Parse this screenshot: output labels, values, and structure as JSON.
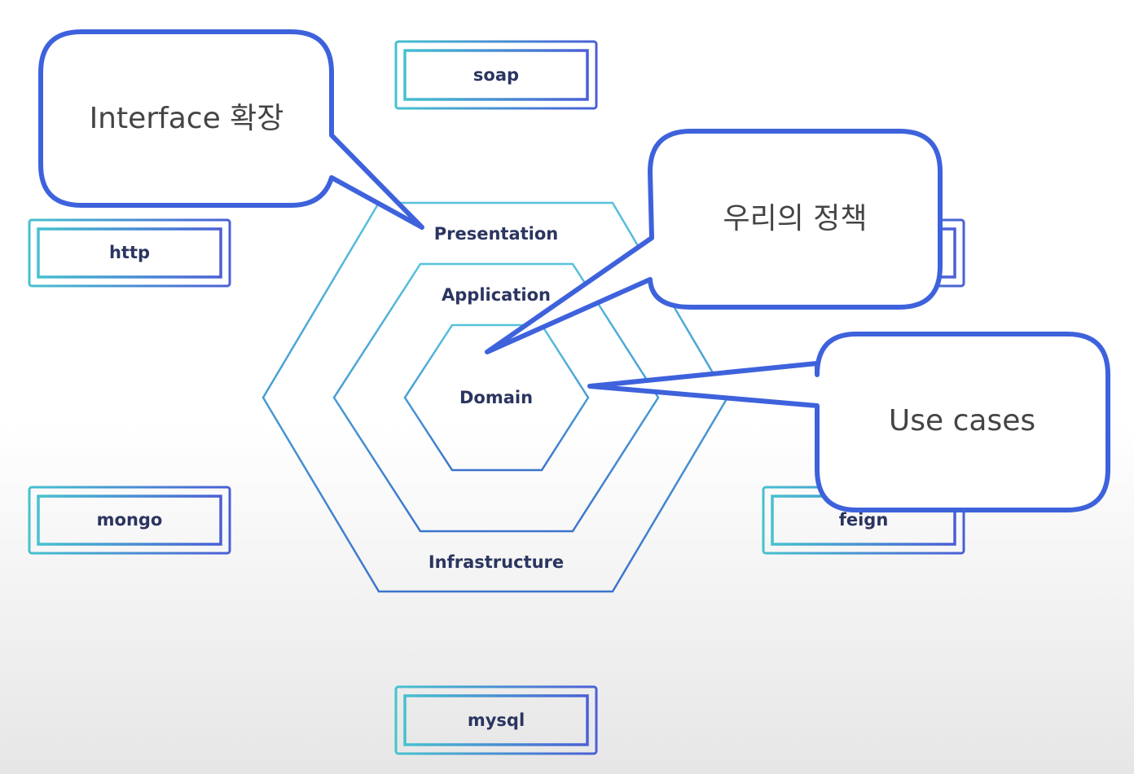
{
  "diagram": {
    "adapters": {
      "soap": "soap",
      "http": "http",
      "mongo": "mongo",
      "feign": "feign",
      "mysql": "mysql"
    },
    "layers": {
      "presentation": "Presentation",
      "application": "Application",
      "domain": "Domain",
      "infrastructure": "Infrastructure"
    },
    "callouts": {
      "interface": "Interface 확장",
      "policy": "우리의 정책",
      "use_cases": "Use cases"
    }
  },
  "colors": {
    "hex_outer": "#4fb7d6",
    "hex_inner": "#3d86cf",
    "box_gradient_start": "#46c1cf",
    "box_gradient_end": "#4a5fd6",
    "callout_border": "#3e62dc",
    "text": "#2b3560"
  }
}
